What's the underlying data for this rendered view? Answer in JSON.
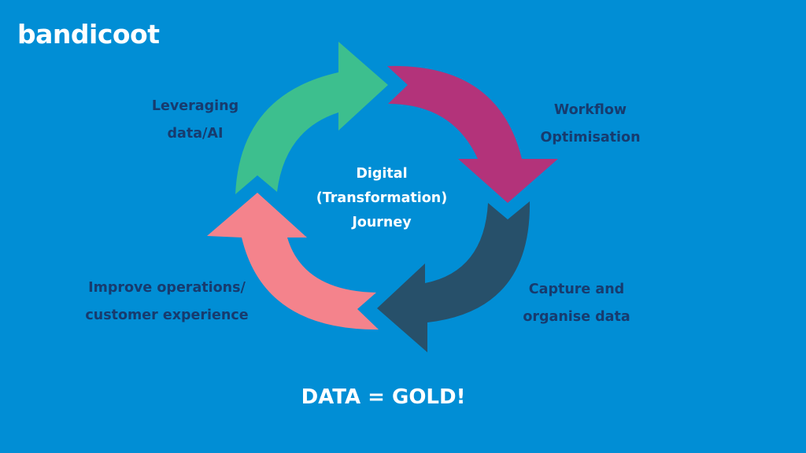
{
  "logo": {
    "text": "bandicoot"
  },
  "center": {
    "line1": "Digital",
    "line2": "(Transformation)",
    "line3": "Journey"
  },
  "steps": [
    {
      "line1": "Leveraging",
      "line2": "data/AI",
      "color": "#3dbf8e"
    },
    {
      "line1": "Workflow",
      "line2": "Optimisation",
      "color": "#b3337a"
    },
    {
      "line1": "Capture and",
      "line2": "organise data",
      "color": "#27506a"
    },
    {
      "line1": "Improve operations/",
      "line2": "customer experience",
      "color": "#f4838c"
    }
  ],
  "footer": {
    "text": "DATA = GOLD!"
  },
  "colors": {
    "background": "#018ed5",
    "label_text": "#173b6e"
  }
}
